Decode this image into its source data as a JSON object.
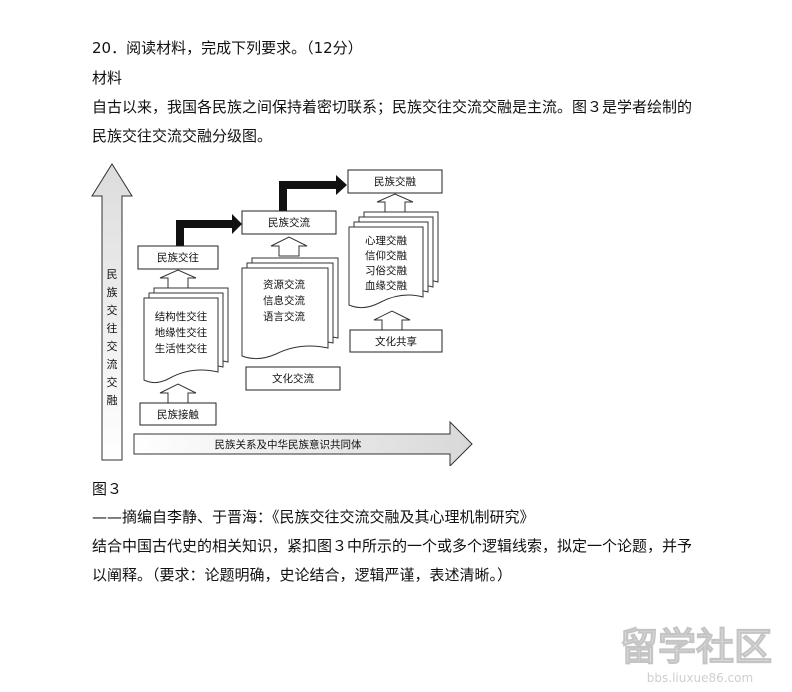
{
  "question": {
    "number_line": "20．阅读材料，完成下列要求。（12分）",
    "material_label": "材料",
    "paragraph_line1": "自古以来，我国各民族之间保持着密切联系；民族交往交流交融是主流。图３是学者绘制的",
    "paragraph_line2": "民族交往交流交融分级图。",
    "figure_caption": "图３",
    "source": "——摘编自李静、于晋海：《民族交往交流交融及其心理机制研究》",
    "task_line1": "结合中国古代史的相关知识，紧扣图３中所示的一个或多个逻辑线索，拟定一个论题，并予",
    "task_line2": "以阐释。（要求：论题明确，史论结合，逻辑严谨，表述清晰。）"
  },
  "diagram": {
    "vertical_axis_chars": [
      "民",
      "族",
      "交",
      "往",
      "交",
      "流",
      "交",
      "融"
    ],
    "horizontal_axis_label": "民族关系及中华民族意识共同体",
    "stage1": {
      "top_box": "民族交往",
      "doc_lines": [
        "结构性交往",
        "地缘性交往",
        "生活性交往"
      ],
      "bottom_box": "民族接触"
    },
    "stage2": {
      "top_box": "民族交流",
      "doc_lines": [
        "资源交流",
        "信息交流",
        "语言交流"
      ],
      "bottom_box": "文化交流"
    },
    "stage3": {
      "top_box": "民族交融",
      "doc_lines": [
        "心理交融",
        "信仰交融",
        "习俗交融",
        "血缘交融"
      ],
      "bottom_box": "文化共享"
    }
  },
  "watermark": {
    "logo_text": "留学社区",
    "url": "bbs.liuxue86.com"
  }
}
